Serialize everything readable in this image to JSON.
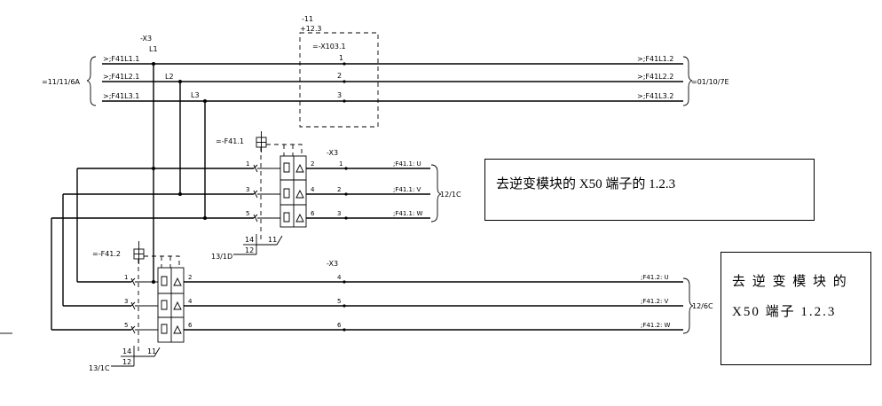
{
  "bus": {
    "left_ref": "=11/11/6A",
    "right_ref": "=01/10/7E",
    "wires": [
      {
        "left_label": ">;F41L1.1",
        "right_label": ">;F41L1.2",
        "tap": "L1",
        "terminal": "1"
      },
      {
        "left_label": ">;F41L2.1",
        "right_label": ">;F41L2.2",
        "tap": "L2",
        "terminal": "2"
      },
      {
        "left_label": ">;F41L3.1",
        "right_label": ">;F41L3.2",
        "tap": "L3",
        "terminal": "3"
      }
    ],
    "terminal_block_ref": "-X3",
    "terminal_block_sub": "L1",
    "enclosure_ref_1": "-11",
    "enclosure_ref_2": "+12.3",
    "enclosure_block": "=-X103.1"
  },
  "breaker1": {
    "ref": "=-F41.1",
    "terminal_block": "-X3",
    "inputs": [
      "1",
      "3",
      "5"
    ],
    "outputs": [
      "2",
      "4",
      "6"
    ],
    "terminals": [
      "1",
      "2",
      "3"
    ],
    "signals": [
      ";F41.1: U",
      ";F41.1: V",
      ";F41.1: W"
    ],
    "dest": "12/1C",
    "aux_top": "14",
    "aux_bottom": "12",
    "aux_side": "11",
    "aux_ref": "13/1D"
  },
  "breaker2": {
    "ref": "=-F41.2",
    "terminal_block": "-X3",
    "inputs": [
      "1",
      "3",
      "5"
    ],
    "outputs": [
      "2",
      "4",
      "6"
    ],
    "terminals": [
      "4",
      "5",
      "6"
    ],
    "signals": [
      ";F41.2: U",
      ";F41.2: V",
      ";F41.2: W"
    ],
    "dest": "12/6C",
    "aux_top": "14",
    "aux_bottom": "12",
    "aux_side": "11",
    "aux_ref": "13/1C"
  },
  "notes": {
    "note1": "去逆变模块的 X50 端子的 1.2.3",
    "note2_line1": "去 逆 变 模 块 的",
    "note2_line2": "X50 端子 1.2.3"
  }
}
